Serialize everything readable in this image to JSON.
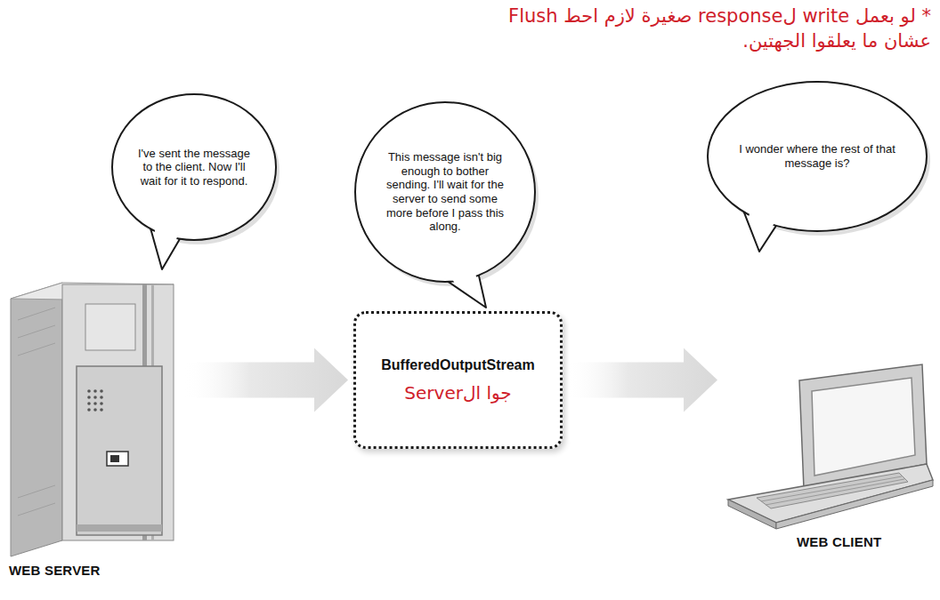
{
  "diagram": {
    "nodes": [
      {
        "text": [
          "I've sent the message to the client. Now I'll wait for it to respond."
        ]
      },
      {
        "text": [
          "This message isn't big enough to bother sending. I'll wait for the server to send some more before I pass this along."
        ]
      },
      {
        "text": [
          "I wonder where the rest of that message is?"
        ]
      },
      {
        "text": [
          "WEB SERVER"
        ]
      },
      {
        "text": [
          "BufferedOutputStream",
          "جوا الServer"
        ]
      },
      {
        "text": [
          "WEB CLIENT"
        ]
      }
    ],
    "edges": [
      {
        "from": 3,
        "to": 4,
        "arrow": "to"
      },
      {
        "from": 4,
        "to": 5,
        "arrow": "to"
      }
    ],
    "labels": [
      "* لو بعمل write لresponse صغيرة لازم احط Flush عشان ما يعلقوا الجهتين."
    ]
  }
}
